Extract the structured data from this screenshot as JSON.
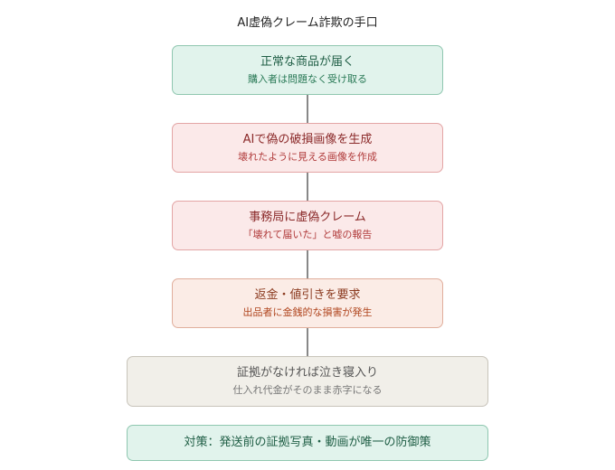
{
  "title": "AI虚偽クレーム詐欺の手口",
  "steps": [
    {
      "title": "正常な商品が届く",
      "subtitle": "購入者は問題なく受け取る"
    },
    {
      "title": "AIで偽の破損画像を生成",
      "subtitle": "壊れたように見える画像を作成"
    },
    {
      "title": "事務局に虚偽クレーム",
      "subtitle": "「壊れて届いた」と嘘の報告"
    },
    {
      "title": "返金・値引きを要求",
      "subtitle": "出品者に金銭的な損害が発生"
    },
    {
      "title": "証拠がなければ泣き寝入り",
      "subtitle": "仕入れ代金がそのまま赤字になる"
    }
  ],
  "countermeasure": "対策：発送前の証拠写真・動画が唯一の防御策"
}
